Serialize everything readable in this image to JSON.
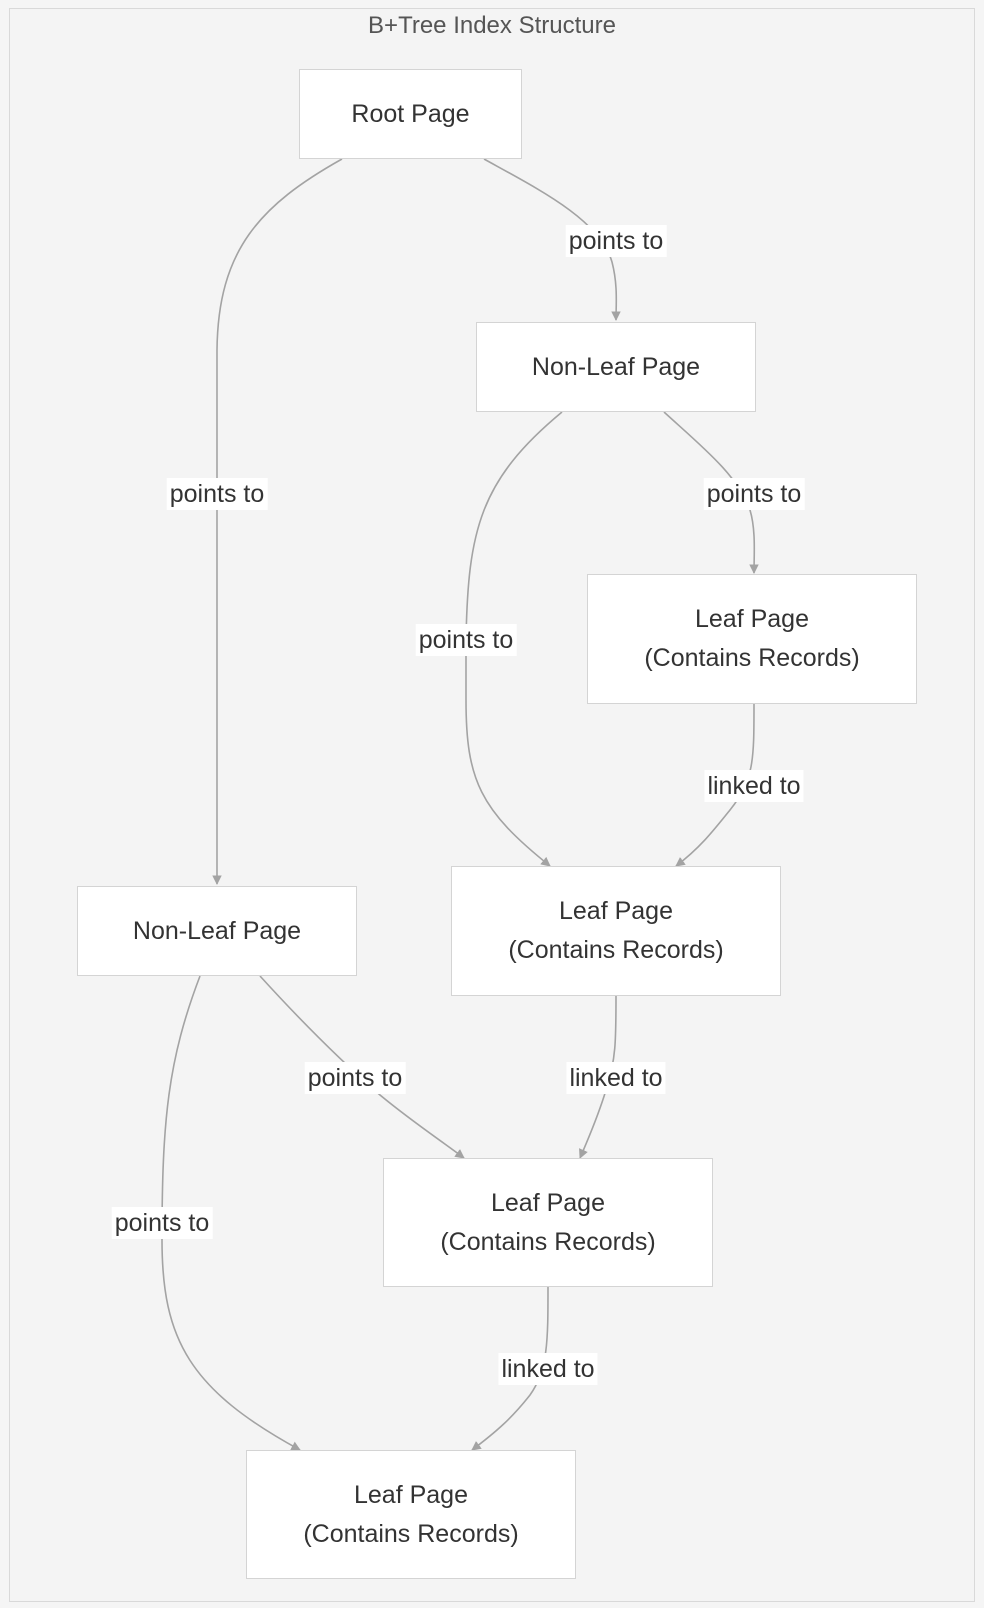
{
  "title": "B+Tree Index Structure",
  "nodes": {
    "root": {
      "line1": "Root Page"
    },
    "nonleaf_right": {
      "line1": "Non-Leaf Page"
    },
    "nonleaf_left": {
      "line1": "Non-Leaf Page"
    },
    "leaf_1": {
      "line1": "Leaf Page",
      "line2": "(Contains Records)"
    },
    "leaf_2": {
      "line1": "Leaf Page",
      "line2": "(Contains Records)"
    },
    "leaf_3": {
      "line1": "Leaf Page",
      "line2": "(Contains Records)"
    },
    "leaf_4": {
      "line1": "Leaf Page",
      "line2": "(Contains Records)"
    }
  },
  "edges": {
    "root_to_nonleaf_right": "points to",
    "root_to_nonleaf_left": "points to",
    "nonleaf_right_to_leaf_1": "points to",
    "nonleaf_right_to_leaf_2": "points to",
    "leaf_1_to_leaf_2": "linked to",
    "leaf_2_to_leaf_3": "linked to",
    "nonleaf_left_to_leaf_3": "points to",
    "nonleaf_left_to_leaf_4": "points to",
    "leaf_3_to_leaf_4": "linked to"
  }
}
